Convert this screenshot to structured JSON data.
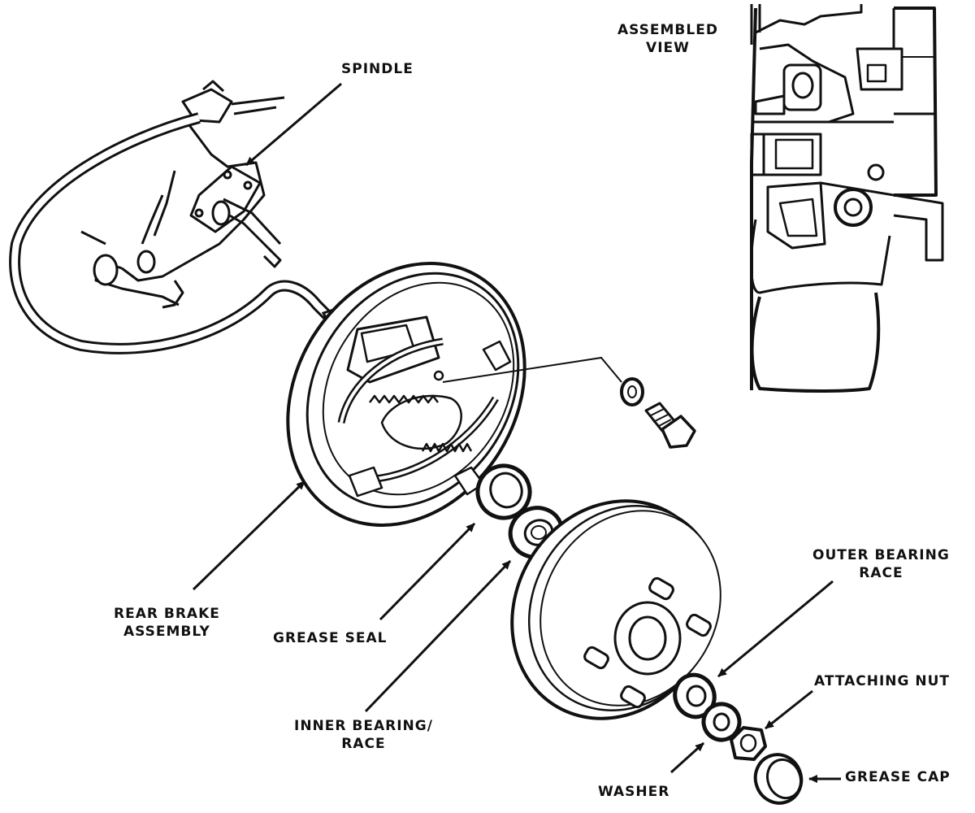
{
  "labels": {
    "spindle": "SPINDLE",
    "assembled_view_1": "ASSEMBLED",
    "assembled_view_2": "VIEW",
    "rear_brake_1": "REAR BRAKE",
    "rear_brake_2": "ASSEMBLY",
    "grease_seal": "GREASE SEAL",
    "inner_bearing_1": "INNER BEARING/",
    "inner_bearing_2": "RACE",
    "outer_bearing_1": "OUTER BEARING",
    "outer_bearing_2": "RACE",
    "attaching_nut": "ATTACHING NUT",
    "washer": "WASHER",
    "grease_cap": "GREASE CAP"
  },
  "colors": {
    "ink": "#111111",
    "paper": "#ffffff"
  }
}
